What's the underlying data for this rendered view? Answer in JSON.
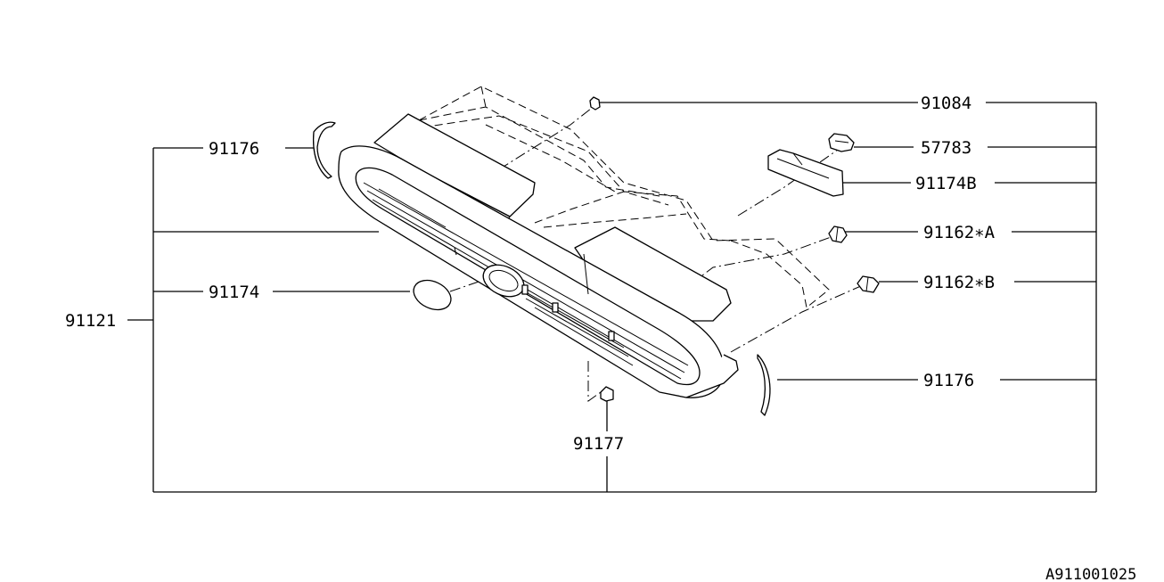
{
  "diagram": {
    "reference_code": "A911001025",
    "labels": {
      "l_91084": "91084",
      "l_57783": "57783",
      "l_91174B": "91174B",
      "l_91162A": "91162∗A",
      "l_91162B": "91162∗B",
      "l_91176_right": "91176",
      "l_91176_left": "91176",
      "l_91174": "91174",
      "l_91121": "91121",
      "l_91177": "91177"
    }
  }
}
